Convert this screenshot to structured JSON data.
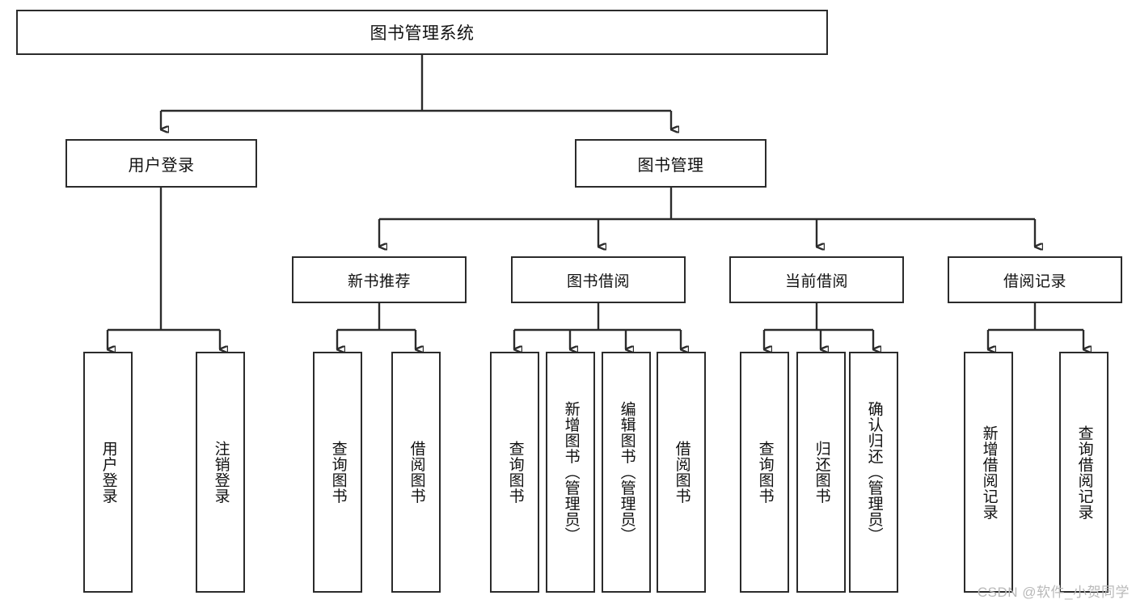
{
  "diagram": {
    "title": "图书管理系统",
    "type": "tree-hierarchy",
    "watermark": "CSDN @软件_小贺同学",
    "colors": {
      "stroke": "#2b2b2b",
      "box_fill": "#ffffff",
      "text": "#111111",
      "watermark": "#b9b9b9",
      "background": "#ffffff"
    },
    "root": {
      "label": "图书管理系统"
    },
    "level2": [
      {
        "label": "用户登录"
      },
      {
        "label": "图书管理"
      }
    ],
    "level3": [
      {
        "label": "新书推荐"
      },
      {
        "label": "图书借阅"
      },
      {
        "label": "当前借阅"
      },
      {
        "label": "借阅记录"
      }
    ],
    "leaves": {
      "user_login": [
        {
          "label": "用户登录"
        },
        {
          "label": "注销登录"
        }
      ],
      "new_book_recommend": [
        {
          "label": "查询图书"
        },
        {
          "label": "借阅图书"
        }
      ],
      "book_borrow": [
        {
          "label": "查询图书"
        },
        {
          "label": "新增图书（管理员）"
        },
        {
          "label": "编辑图书（管理员）"
        },
        {
          "label": "借阅图书"
        }
      ],
      "current_borrow": [
        {
          "label": "查询图书"
        },
        {
          "label": "归还图书"
        },
        {
          "label": "确认归还（管理员）"
        }
      ],
      "borrow_record": [
        {
          "label": "新增借阅记录"
        },
        {
          "label": "查询借阅记录"
        }
      ]
    }
  }
}
